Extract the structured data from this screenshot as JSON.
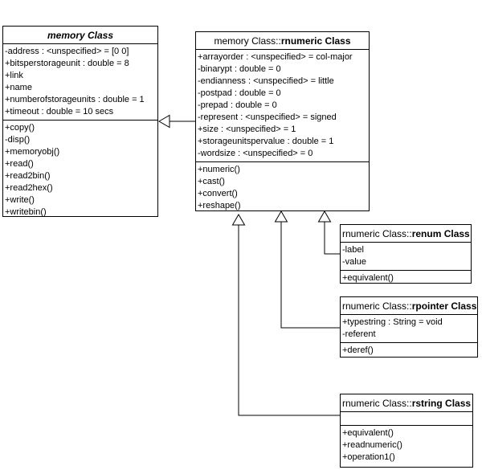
{
  "classes": [
    {
      "id": "memory",
      "prefix": "",
      "name": "memory Class",
      "name_style": "italic",
      "attributes": [
        "-address : <unspecified> = [0 0]",
        "+bitsperstorageunit : double = 8",
        "+link",
        "+name",
        "+numberofstorageunits : double = 1",
        "+timeout : double = 10 secs"
      ],
      "methods": [
        "+copy()",
        "-disp()",
        "+memoryobj()",
        "+read()",
        "+read2bin()",
        "+read2hex()",
        "+write()",
        "+writebin()"
      ]
    },
    {
      "id": "rnumeric",
      "prefix": "memory Class::",
      "name": "rnumeric Class",
      "name_style": "bold",
      "attributes": [
        "+arrayorder : <unspecified> = col-major",
        "-binarypt : double = 0",
        "-endianness : <unspecified> = little",
        "-postpad : double = 0",
        "-prepad : double = 0",
        "-represent : <unspecified> = signed",
        "+size : <unspecified> = 1",
        "+storageunitspervalue : double = 1",
        "-wordsize : <unspecified> = 0"
      ],
      "methods": [
        "+numeric()",
        "+cast()",
        "+convert()",
        "+reshape()"
      ]
    },
    {
      "id": "renum",
      "prefix": "rnumeric Class::",
      "name": "renum Class",
      "name_style": "bold",
      "attributes": [
        "-label",
        "-value"
      ],
      "methods": [
        "+equivalent()"
      ]
    },
    {
      "id": "rpointer",
      "prefix": "rnumeric Class::",
      "name": "rpointer Class",
      "name_style": "bold",
      "attributes": [
        "+typestring : String = void",
        "-referent"
      ],
      "methods": [
        "+deref()"
      ]
    },
    {
      "id": "rstring",
      "prefix": "rnumeric Class::",
      "name": "rstring Class",
      "name_style": "bold",
      "attributes": [],
      "methods": [
        "+equivalent()",
        "+readnumeric()",
        "+operation1()"
      ]
    }
  ],
  "relations": [
    {
      "type": "generalization",
      "from": "rnumeric",
      "to": "memory"
    },
    {
      "type": "generalization",
      "from": "renum",
      "to": "rnumeric"
    },
    {
      "type": "generalization",
      "from": "rpointer",
      "to": "rnumeric"
    },
    {
      "type": "generalization",
      "from": "rstring",
      "to": "rnumeric"
    }
  ]
}
